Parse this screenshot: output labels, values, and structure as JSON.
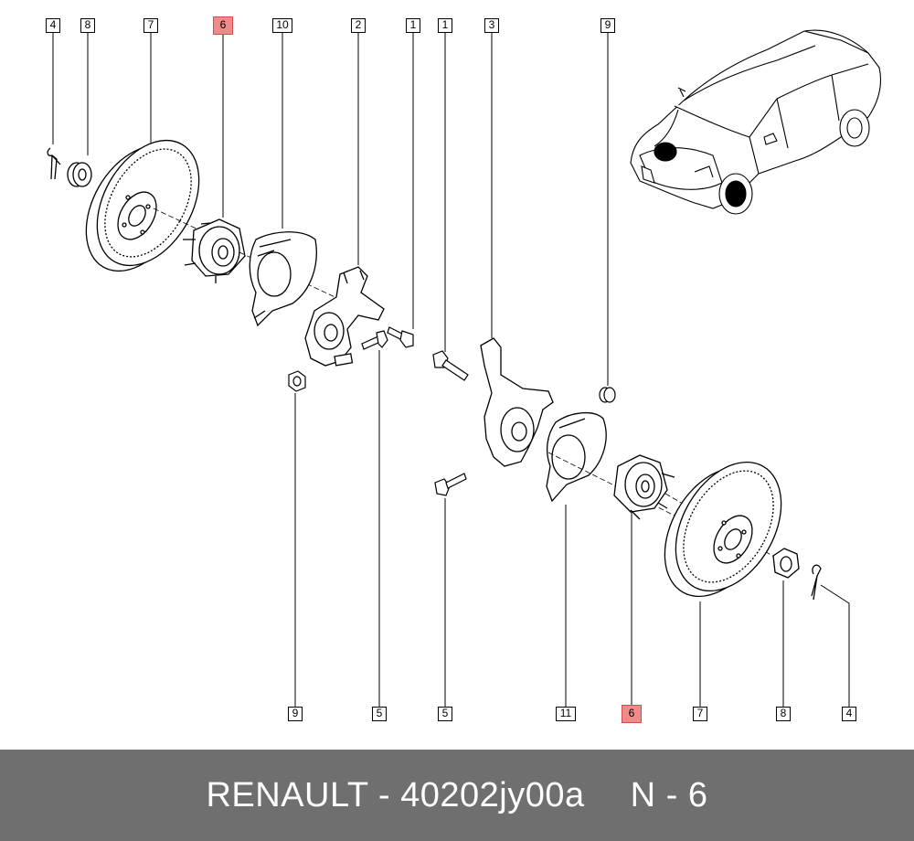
{
  "callouts": {
    "top": [
      "4",
      "8",
      "7",
      "6",
      "10",
      "2",
      "1",
      "1",
      "3",
      "9"
    ],
    "bottom": [
      "9",
      "5",
      "5",
      "11",
      "6",
      "7",
      "8",
      "4"
    ]
  },
  "highlight_color": "#f08b8b",
  "footer": {
    "brand": "RENAULT",
    "separator": " - ",
    "part_number": "40202jy00a",
    "position_label": "N - 6"
  },
  "footer_color": "#6f6f6f"
}
